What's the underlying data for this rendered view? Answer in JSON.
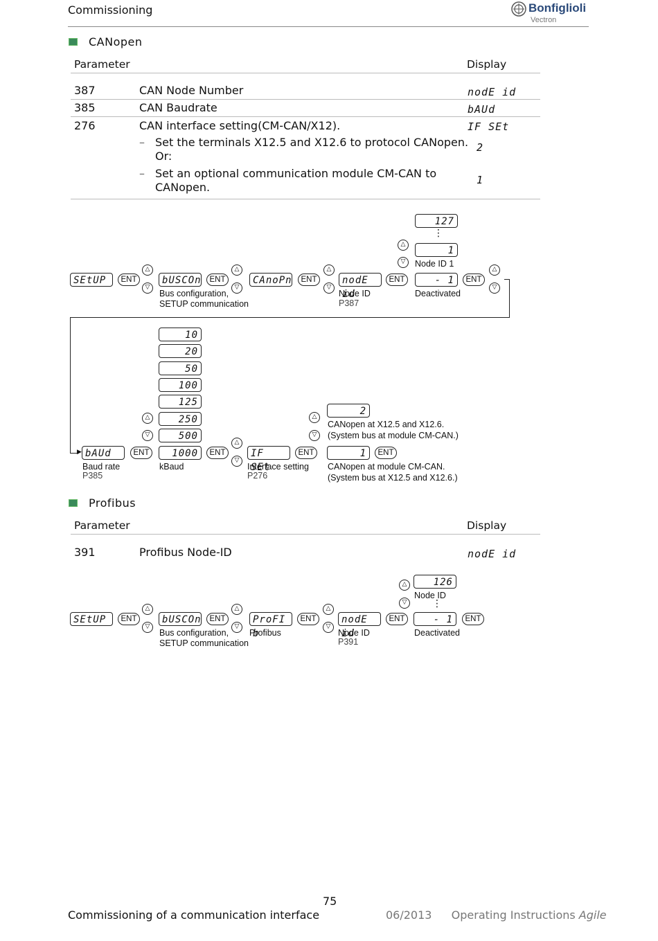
{
  "header": {
    "title": "Commissioning",
    "logo_name": "Bonfiglioli",
    "logo_sub": "Vectron"
  },
  "canopen": {
    "title": "CANopen",
    "col_param": "Parameter",
    "col_display": "Display",
    "rows": [
      {
        "num": "387",
        "name": "CAN Node Number",
        "display": "nodE id"
      },
      {
        "num": "385",
        "name": "CAN Baudrate",
        "display": "bAUd"
      },
      {
        "num": "276",
        "name": "CAN interface setting(CM-CAN/X12).",
        "display": "IF SEt"
      }
    ],
    "options": [
      {
        "text": "Set the terminals X12.5 and X12.6 to protocol CANopen.",
        "text2": "Or:",
        "display": "2"
      },
      {
        "text": "Set an optional communication module CM-CAN to",
        "text2": "CANopen.",
        "display": "1"
      }
    ],
    "diagram": {
      "setup": "SEtUP",
      "ent": "ENT",
      "buscon": "bUSCOn",
      "canopn": "CAnoPn",
      "nodeid": "nodE id",
      "val127": "127",
      "dots": "⋮",
      "val1": "1",
      "node_id_1": "Node ID 1",
      "deact_val": "- 1",
      "bus_config": "Bus configuration,",
      "setup_comm": "SETUP communication",
      "node_id": "Node ID",
      "p387": "P387",
      "deactivated": "Deactivated",
      "baud_values": [
        "10",
        "20",
        "50",
        "100",
        "125",
        "250",
        "500",
        "1000"
      ],
      "baud": "bAUd",
      "baud_rate": "Baud rate",
      "p385": "P385",
      "kbaud": "kBaud",
      "ifset": "IF SEt",
      "iface_setting": "Interface setting",
      "p276": "P276",
      "opt2": "2",
      "opt2_a": "CANopen at X12.5 and X12.6.",
      "opt2_b": "(System bus at module CM-CAN.)",
      "opt1": "1",
      "opt1_a": "CANopen at module CM-CAN.",
      "opt1_b": "(System bus at X12.5 and X12.6.)"
    }
  },
  "profibus": {
    "title": "Profibus",
    "col_param": "Parameter",
    "col_display": "Display",
    "row": {
      "num": "391",
      "name": "Profibus Node-ID",
      "display": "nodE id"
    },
    "diagram": {
      "setup": "SEtUP",
      "ent": "ENT",
      "buscon": "bUSCOn",
      "profib": "ProFI b",
      "nodeid": "nodE id",
      "val126": "126",
      "node_id_top": "Node ID",
      "dots": "⋮",
      "deact_val": "- 1",
      "bus_config": "Bus configuration,",
      "setup_comm": "SETUP communication",
      "profibus": "Profibus",
      "node_id": "Node ID",
      "p391": "P391",
      "deactivated": "Deactivated"
    }
  },
  "footer": {
    "page": "75",
    "left": "Commissioning of a communication interface",
    "date": "06/2013",
    "doc": "Operating Instructions",
    "product": "Agile"
  }
}
